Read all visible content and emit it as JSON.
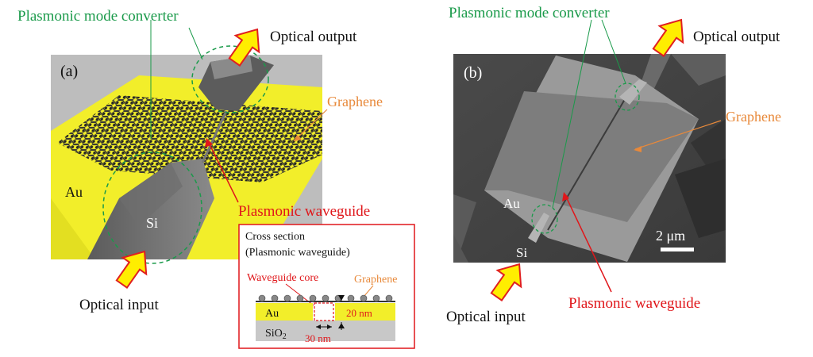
{
  "panel_a": {
    "label": "(a)",
    "title_converter": "Plasmonic mode converter",
    "optical_output": "Optical output",
    "graphene": "Graphene",
    "au": "Au",
    "si": "Si",
    "plasmonic_waveguide": "Plasmonic waveguide",
    "optical_input": "Optical input"
  },
  "inset": {
    "title_line1": "Cross section",
    "title_line2": "(Plasmonic waveguide)",
    "waveguide_core": "Waveguide core",
    "graphene": "Graphene",
    "au": "Au",
    "sio2": "SiO",
    "sio2_sub": "2",
    "thickness": "20 nm",
    "width": "30 nm"
  },
  "panel_b": {
    "label": "(b)",
    "title_converter": "Plasmonic mode converter",
    "optical_output": "Optical output",
    "graphene": "Graphene",
    "au": "Au",
    "si": "Si",
    "scale_bar": "2 μm",
    "plasmonic_waveguide": "Plasmonic waveguide",
    "optical_input": "Optical input"
  },
  "colors": {
    "green_label": "#1a9a4a",
    "orange_label": "#e8893a",
    "red_label": "#e0161a",
    "gold": "#f2ee2a",
    "arrow_fill": "#ffee00",
    "arrow_edge": "#e02020"
  }
}
